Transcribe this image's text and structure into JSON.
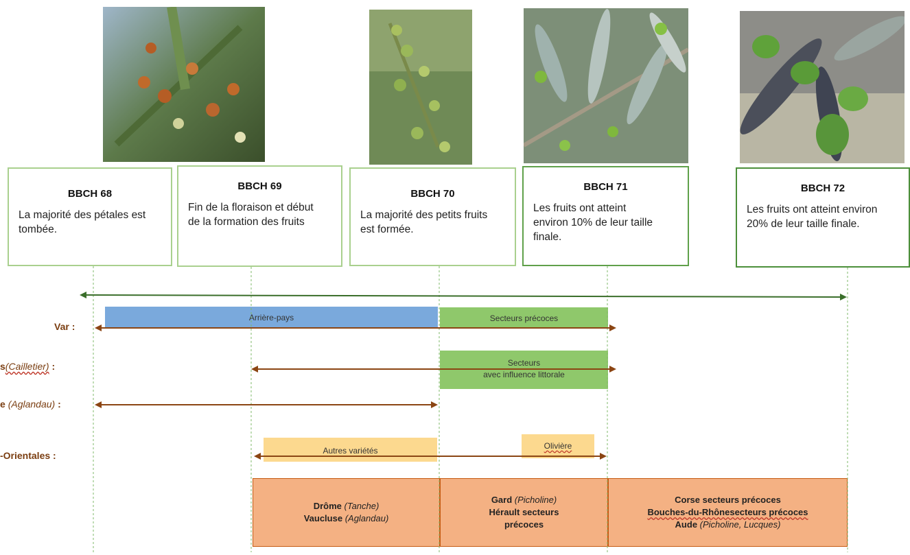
{
  "stages": [
    {
      "code": "BBCH 68",
      "desc": "La majorité des pétales est tombée."
    },
    {
      "code": "BBCH 69",
      "desc": "Fin de la floraison et début de la formation des fruits"
    },
    {
      "code": "BBCH 70",
      "desc": "La majorité des petits fruits est formée."
    },
    {
      "code": "BBCH 71",
      "desc": "Les fruits ont atteint environ 10% de leur taille finale."
    },
    {
      "code": "BBCH 72",
      "desc": "Les fruits ont atteint environ 20% de leur taille finale."
    }
  ],
  "regions": {
    "var": "Var :",
    "alpes_a": "s",
    "alpes_b": "(Cailletier)",
    "alpes_c": " :",
    "haute_a": "e ",
    "haute_b": "(Aglandau)",
    "haute_c": " :",
    "pyr": "-Orientales :"
  },
  "bands": {
    "arriere_pays": "Arrière-pays",
    "secteurs_precoces": "Secteurs précoces",
    "secteurs_l1": "Secteurs",
    "secteurs_l2": "avec influence littorale",
    "autres": "Autres variétés",
    "oliviere": "Olivière"
  },
  "boxes": {
    "box1_a_b": "Drôme",
    "box1_a_i": " (Tanche)",
    "box1_b_b": "Vaucluse",
    "box1_b_i": " (Aglandau)",
    "box2_a_b": "Gard",
    "box2_a_i": " (Picholine)",
    "box2_b": "Hérault secteurs",
    "box2_c": "précoces",
    "box3_a": "Corse secteurs précoces",
    "box3_b": "Bouches-du-Rhônesecteurs précoces",
    "box3_c_b": "Aude",
    "box3_c_i": " (Picholine, Lucques)"
  },
  "colors": {
    "timeline": "#3a6e2a",
    "arrow_brown": "#8b4513",
    "blue_band": "#7aa9dc",
    "green_band": "#8fc86b",
    "yellow_band": "#fcd98f",
    "orange_box": "#f4b183"
  }
}
